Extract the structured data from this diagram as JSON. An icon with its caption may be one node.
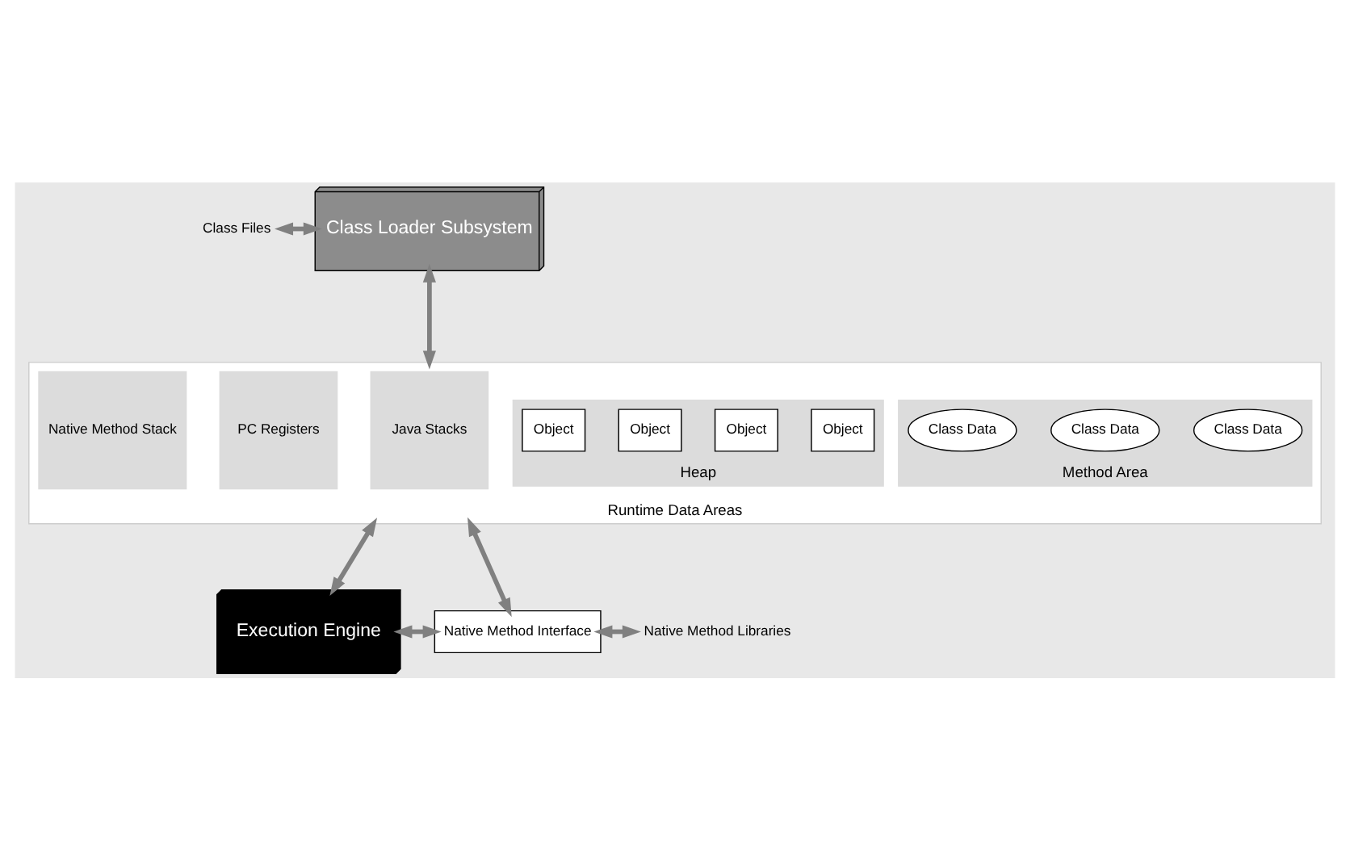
{
  "diagram": {
    "nodes": [
      {
        "text": [
          "Class Files"
        ]
      },
      {
        "text": [
          "Class Loader Subsystem"
        ]
      },
      {
        "text": [
          "Runtime Data Areas"
        ]
      },
      {
        "text": [
          "Method Area"
        ],
        "in": 2
      },
      {
        "text": [
          "Class Data"
        ],
        "in": 3
      },
      {
        "text": [
          "Class Data"
        ],
        "in": 3
      },
      {
        "text": [
          "Class Data"
        ],
        "in": 3
      },
      {
        "text": [
          "Heap"
        ],
        "in": 2
      },
      {
        "text": [
          "Object"
        ],
        "in": 7
      },
      {
        "text": [
          "Object"
        ],
        "in": 7
      },
      {
        "text": [
          "Object"
        ],
        "in": 7
      },
      {
        "text": [
          "Object"
        ],
        "in": 7
      },
      {
        "text": [
          "Java Stacks"
        ],
        "in": 2
      },
      {
        "text": [
          "PC Registers"
        ],
        "in": 2
      },
      {
        "text": [
          "Native Method Stack"
        ],
        "in": 2
      },
      {
        "text": [
          "Execution Engine"
        ]
      },
      {
        "text": [
          "Native Method Interface"
        ]
      },
      {
        "text": [
          "Native Method Libraries"
        ]
      }
    ],
    "edges": [
      {
        "from": 0,
        "to": 1,
        "arrow": "both"
      },
      {
        "from": 1,
        "to": 2,
        "arrow": "both"
      },
      {
        "from": 2,
        "to": 15,
        "arrow": "both"
      },
      {
        "from": 2,
        "to": 16,
        "arrow": "both"
      },
      {
        "from": 15,
        "to": 16,
        "arrow": "both"
      },
      {
        "from": 16,
        "to": 17,
        "arrow": "both"
      }
    ]
  }
}
